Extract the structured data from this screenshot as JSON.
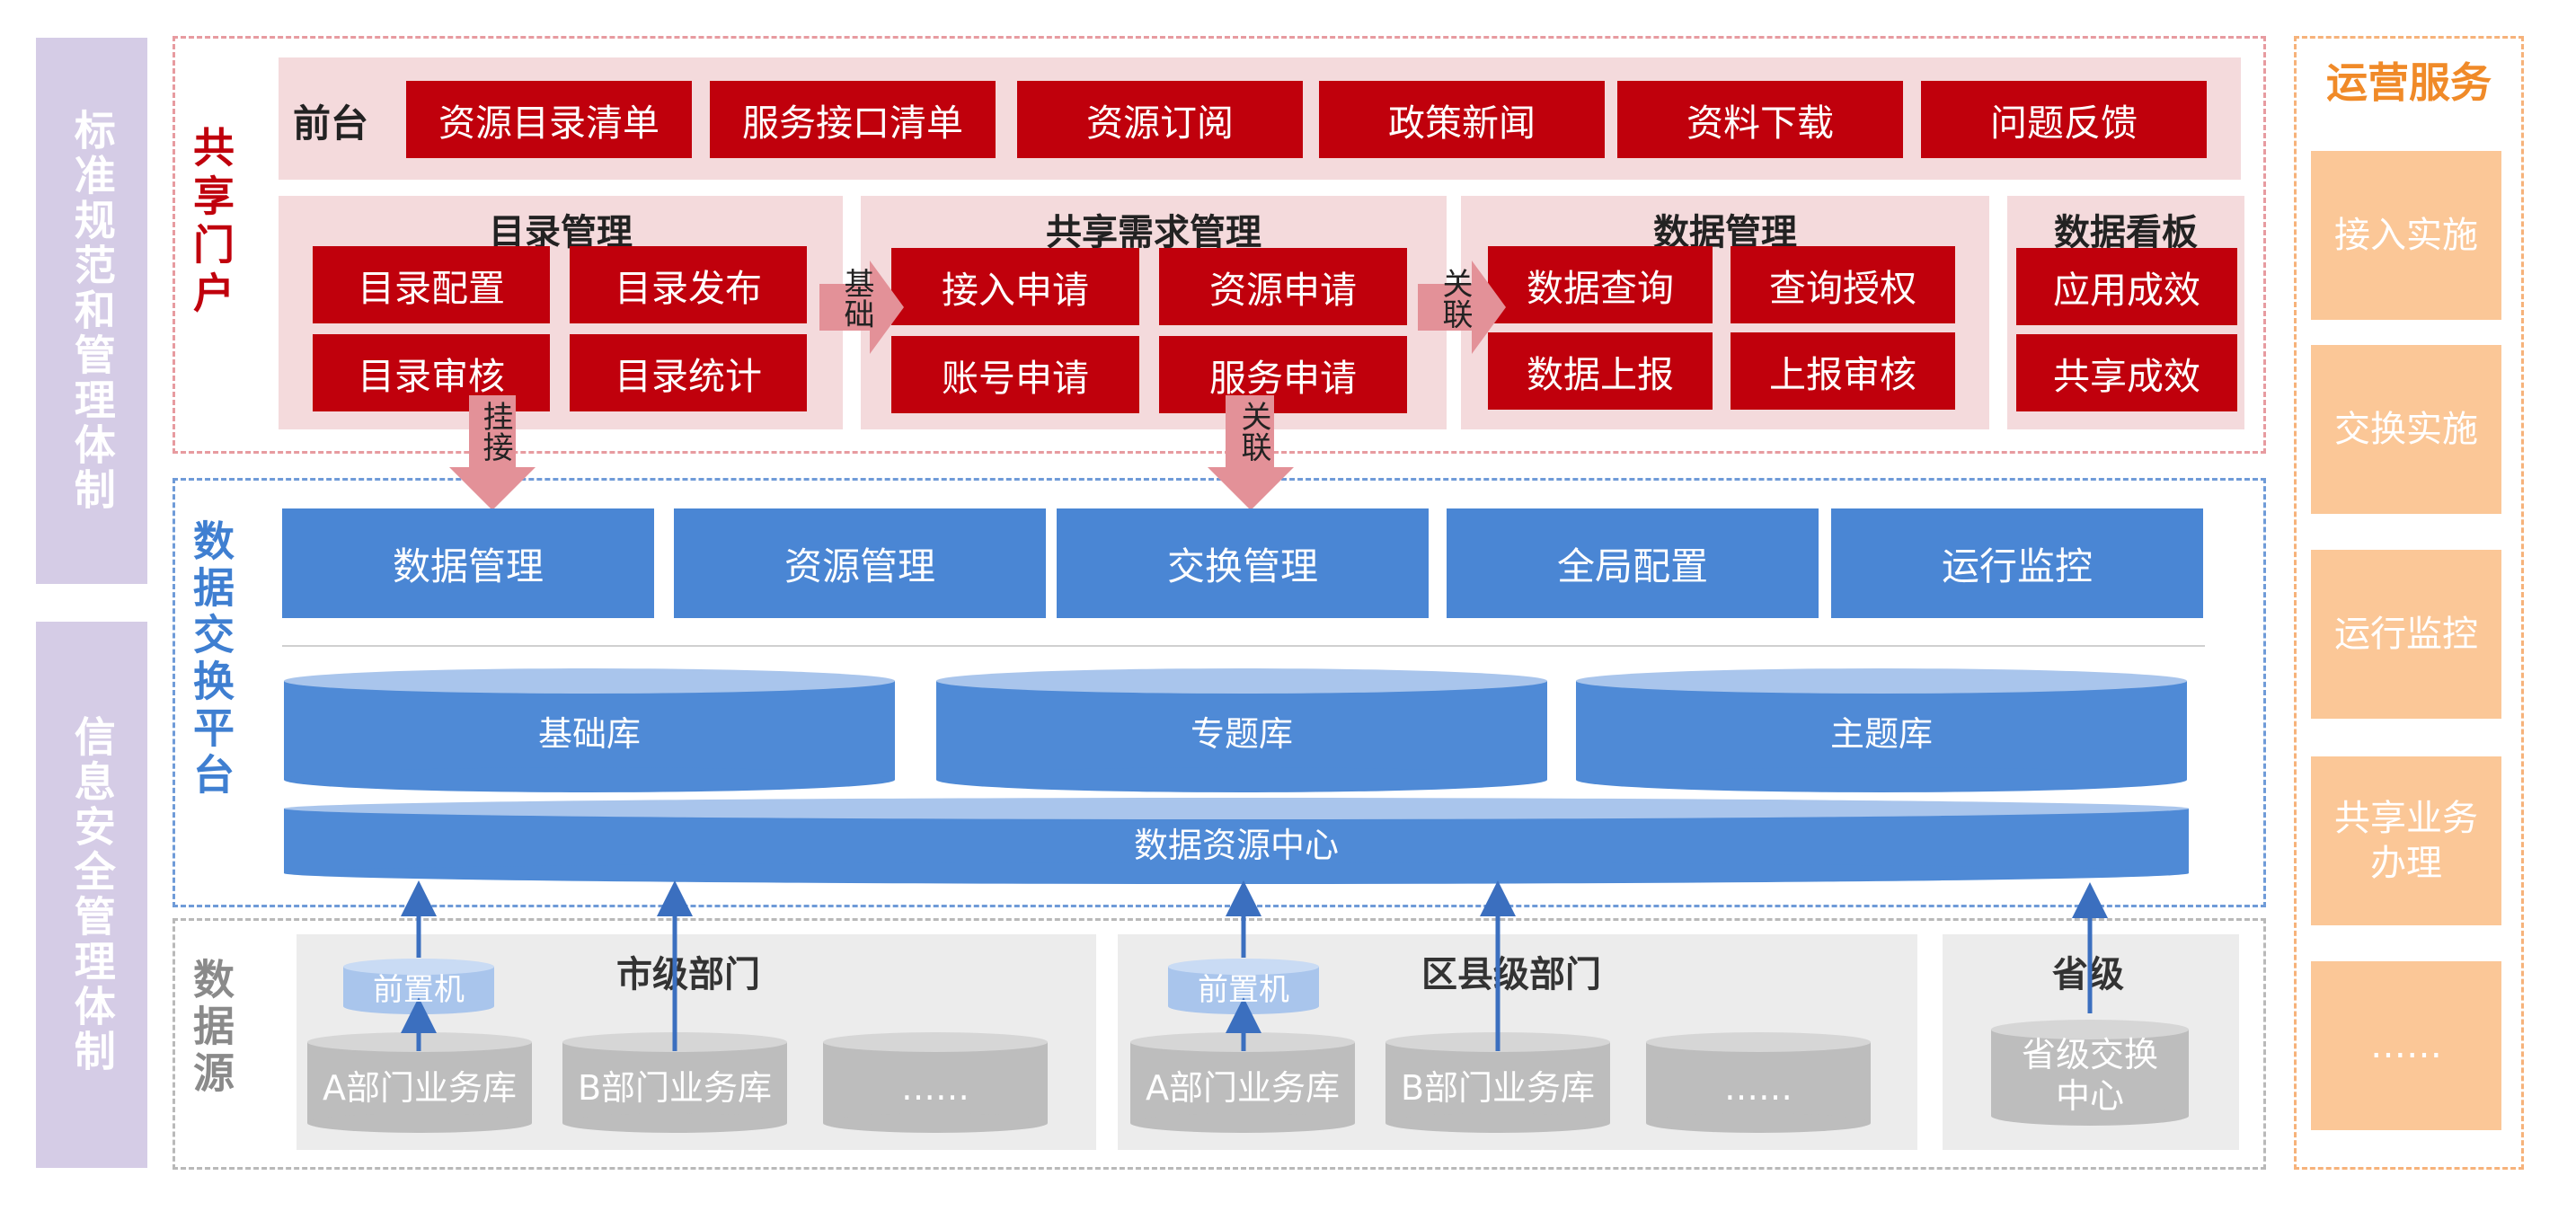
{
  "left_bars": {
    "standards": "标准规范和管理体制",
    "security": "信息安全管理体制"
  },
  "portal": {
    "label": "共享门户",
    "front_label": "前台",
    "front_items": [
      "资源目录清单",
      "服务接口清单",
      "资源订阅",
      "政策新闻",
      "资料下载",
      "问题反馈"
    ],
    "catalog": {
      "title": "目录管理",
      "items": [
        "目录配置",
        "目录发布",
        "目录审核",
        "目录统计"
      ]
    },
    "demand": {
      "title": "共享需求管理",
      "items": [
        "接入申请",
        "资源申请",
        "账号申请",
        "服务申请"
      ]
    },
    "data_mgmt": {
      "title": "数据管理",
      "items": [
        "数据查询",
        "查询授权",
        "数据上报",
        "上报审核"
      ]
    },
    "dashboard": {
      "title": "数据看板",
      "items": [
        "应用成效",
        "共享成效"
      ]
    },
    "arrow_basis": "基础",
    "arrow_assoc": "关联",
    "arrow_mount": "挂接",
    "arrow_assoc_down": "关联"
  },
  "exchange": {
    "label": "数据交换平台",
    "modules": [
      "数据管理",
      "资源管理",
      "交换管理",
      "全局配置",
      "运行监控"
    ],
    "libraries": [
      "基础库",
      "专题库",
      "主题库"
    ],
    "center": "数据资源中心"
  },
  "sources": {
    "label": "数据源",
    "city": {
      "title": "市级部门",
      "front": "前置机",
      "dbs": [
        "A部门业务库",
        "B部门业务库",
        "……"
      ]
    },
    "county": {
      "title": "区县级部门",
      "front": "前置机",
      "dbs": [
        "A部门业务库",
        "B部门业务库",
        "……"
      ]
    },
    "province": {
      "title": "省级",
      "db": "省级交换中心"
    }
  },
  "ops": {
    "title": "运营服务",
    "items": [
      "接入实施",
      "交换实施",
      "运行监控",
      "共享业务办理",
      "……"
    ]
  },
  "colors": {
    "red": "#c0000c",
    "blue": "#4a86d4",
    "orange": "#fbc797",
    "lilac": "#d5cce6",
    "pink_panel": "#f4dadc"
  }
}
